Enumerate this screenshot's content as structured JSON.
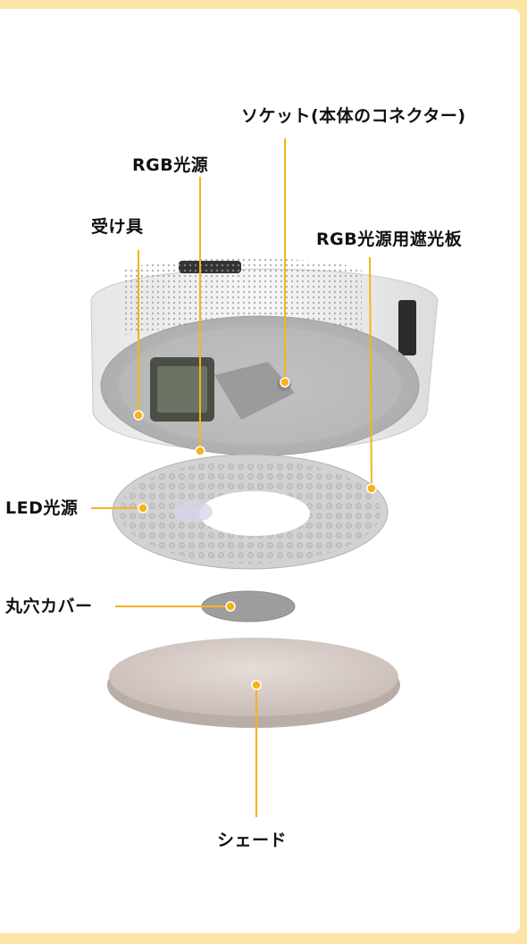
{
  "diagram": {
    "labels": {
      "socket": "ソケット(本体のコネクター)",
      "rgb_light": "RGB光源",
      "bracket": "受け具",
      "rgb_shield": "RGB光源用遮光板",
      "led_light": "LED光源",
      "round_cover": "丸穴カバー",
      "shade": "シェード"
    },
    "colors": {
      "accent": "#f5b41a",
      "background": "#fbe6a6",
      "card": "#ffffff"
    }
  }
}
